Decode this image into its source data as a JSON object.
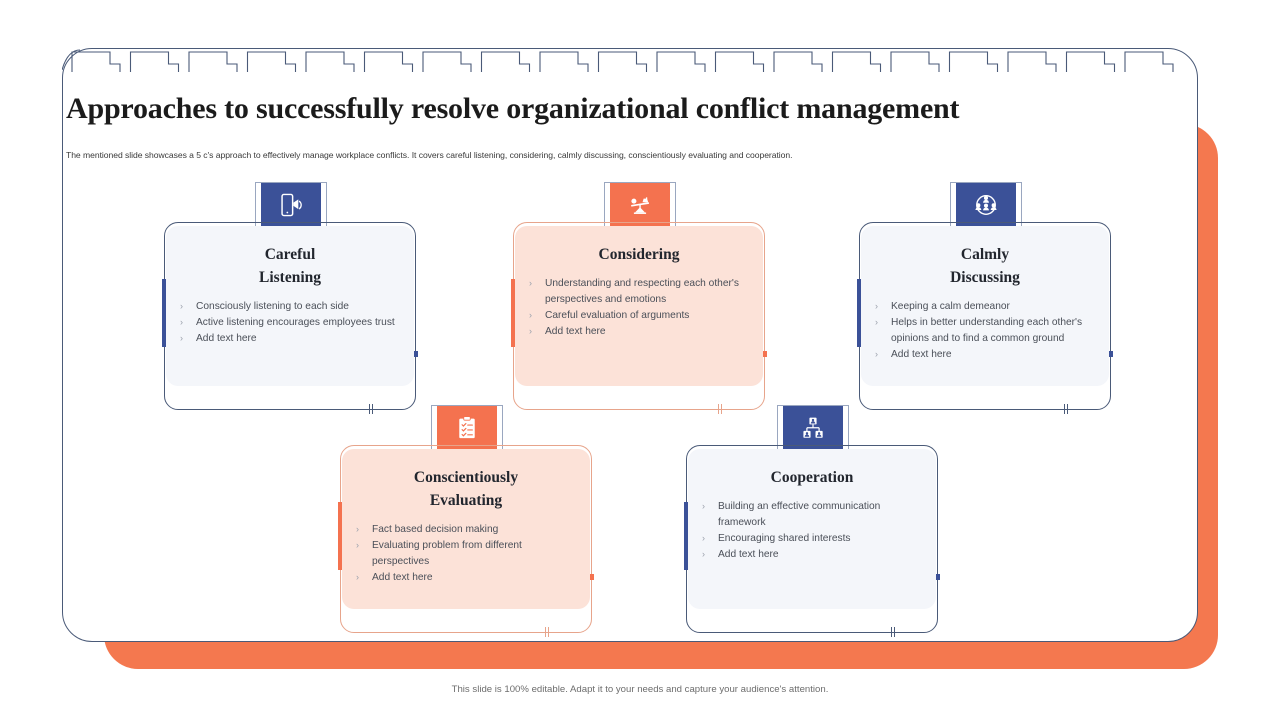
{
  "header": {
    "title": "Approaches to successfully resolve organizational conflict management",
    "subtitle": "The mentioned  slide showcases a 5 c's approach to effectively manage workplace conflicts. It covers careful listening, considering, calmly discussing, conscientiously evaluating and cooperation."
  },
  "footer": {
    "note": "This slide is 100% editable.  Adapt it to your needs and capture your audience's attention."
  },
  "colors": {
    "blue": "#3B5198",
    "orange": "#F4724F",
    "blue_card": "#F4F6FA",
    "orange_card": "#FCE2D8",
    "page_border": "#4a5a78",
    "slab": "#F4784F"
  },
  "cards": [
    {
      "title": "Careful\nListening",
      "title_line1": "Careful",
      "title_line2": "Listening",
      "theme": "blue",
      "icon": "mobile-listening-icon",
      "bullets": [
        "Consciously listening to each side",
        "Active listening encourages employees trust",
        "Add text here"
      ]
    },
    {
      "title": "Considering",
      "title_line1": "Considering",
      "title_line2": "",
      "theme": "orange",
      "icon": "balance-scale-icon",
      "bullets": [
        "Understanding  and respecting each other's perspectives and emotions",
        "Careful  evaluation of arguments",
        "Add text here"
      ]
    },
    {
      "title": "Calmly\nDiscussing",
      "title_line1": "Calmly",
      "title_line2": "Discussing",
      "theme": "blue",
      "icon": "team-network-icon",
      "bullets": [
        "Keeping a calm demeanor",
        "Helps in better understanding each other's opinions and to find a common ground",
        "Add text here"
      ]
    },
    {
      "title": "Conscientiously\nEvaluating",
      "title_line1": "Conscientiously",
      "title_line2": "Evaluating",
      "theme": "orange",
      "icon": "clipboard-checklist-icon",
      "bullets": [
        "Fact based decision making",
        "Evaluating  problem from different  perspectives",
        "Add text here"
      ]
    },
    {
      "title": "Cooperation",
      "title_line1": "Cooperation",
      "title_line2": "",
      "theme": "blue",
      "icon": "org-chart-icon",
      "bullets": [
        "Building an effective communication framework",
        "Encouraging  shared interests",
        "Add text here"
      ]
    }
  ],
  "bullet_marker": "›"
}
